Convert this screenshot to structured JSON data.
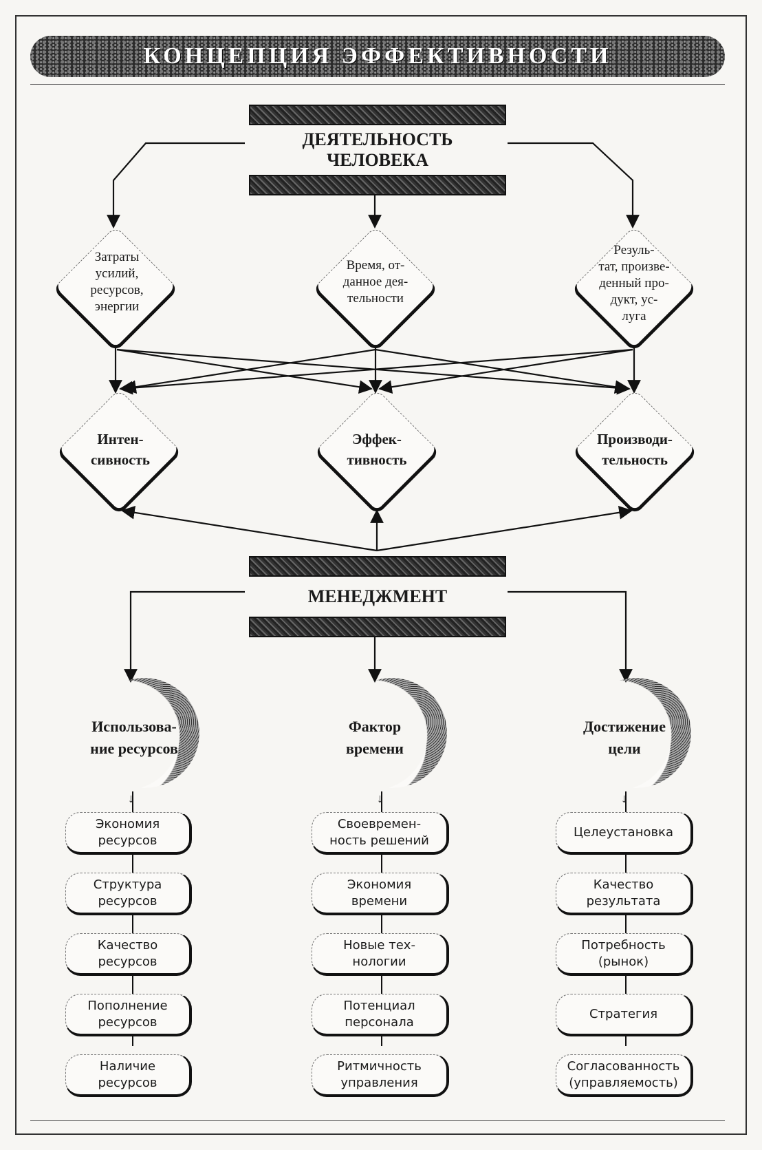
{
  "title": "КОНЦЕПЦИЯ ЭФФЕКТИВНОСТИ",
  "activity_header": {
    "line1": "ДЕЯТЕЛЬНОСТЬ",
    "line2": "ЧЕЛОВЕКА"
  },
  "inputs": [
    {
      "lines": [
        "Затраты",
        "усилий,",
        "ресурсов,",
        "энергии"
      ]
    },
    {
      "lines": [
        "Время, от-",
        "данное дея-",
        "тельности"
      ]
    },
    {
      "lines": [
        "Резуль-",
        "тат, произве-",
        "денный про-",
        "дукт, ус-",
        "луга"
      ]
    }
  ],
  "measures": [
    {
      "lines": [
        "Интен-",
        "сивность"
      ]
    },
    {
      "lines": [
        "Эффек-",
        "тивность"
      ]
    },
    {
      "lines": [
        "Производи-",
        "тельность"
      ]
    }
  ],
  "management_header": "МЕНЕДЖМЕНТ",
  "factors": [
    {
      "lines": [
        "Использова-",
        "ние ресурсов"
      ],
      "items": [
        [
          "Экономия",
          "ресурсов"
        ],
        [
          "Структура",
          "ресурсов"
        ],
        [
          "Качество",
          "ресурсов"
        ],
        [
          "Пополнение",
          "ресурсов"
        ],
        [
          "Наличие",
          "ресурсов"
        ]
      ]
    },
    {
      "lines": [
        "Фактор",
        "времени"
      ],
      "items": [
        [
          "Своевремен-",
          "ность решений"
        ],
        [
          "Экономия",
          "времени"
        ],
        [
          "Новые тех-",
          "нологии"
        ],
        [
          "Потенциал",
          "персонала"
        ],
        [
          "Ритмичность",
          "управления"
        ]
      ]
    },
    {
      "lines": [
        "Достижение",
        "цели"
      ],
      "items": [
        [
          "Целеустановка"
        ],
        [
          "Качество",
          "результата"
        ],
        [
          "Потребность",
          "(рынок)"
        ],
        [
          "Стратегия"
        ],
        [
          "Согласованность",
          "(управляемость)"
        ]
      ]
    }
  ]
}
